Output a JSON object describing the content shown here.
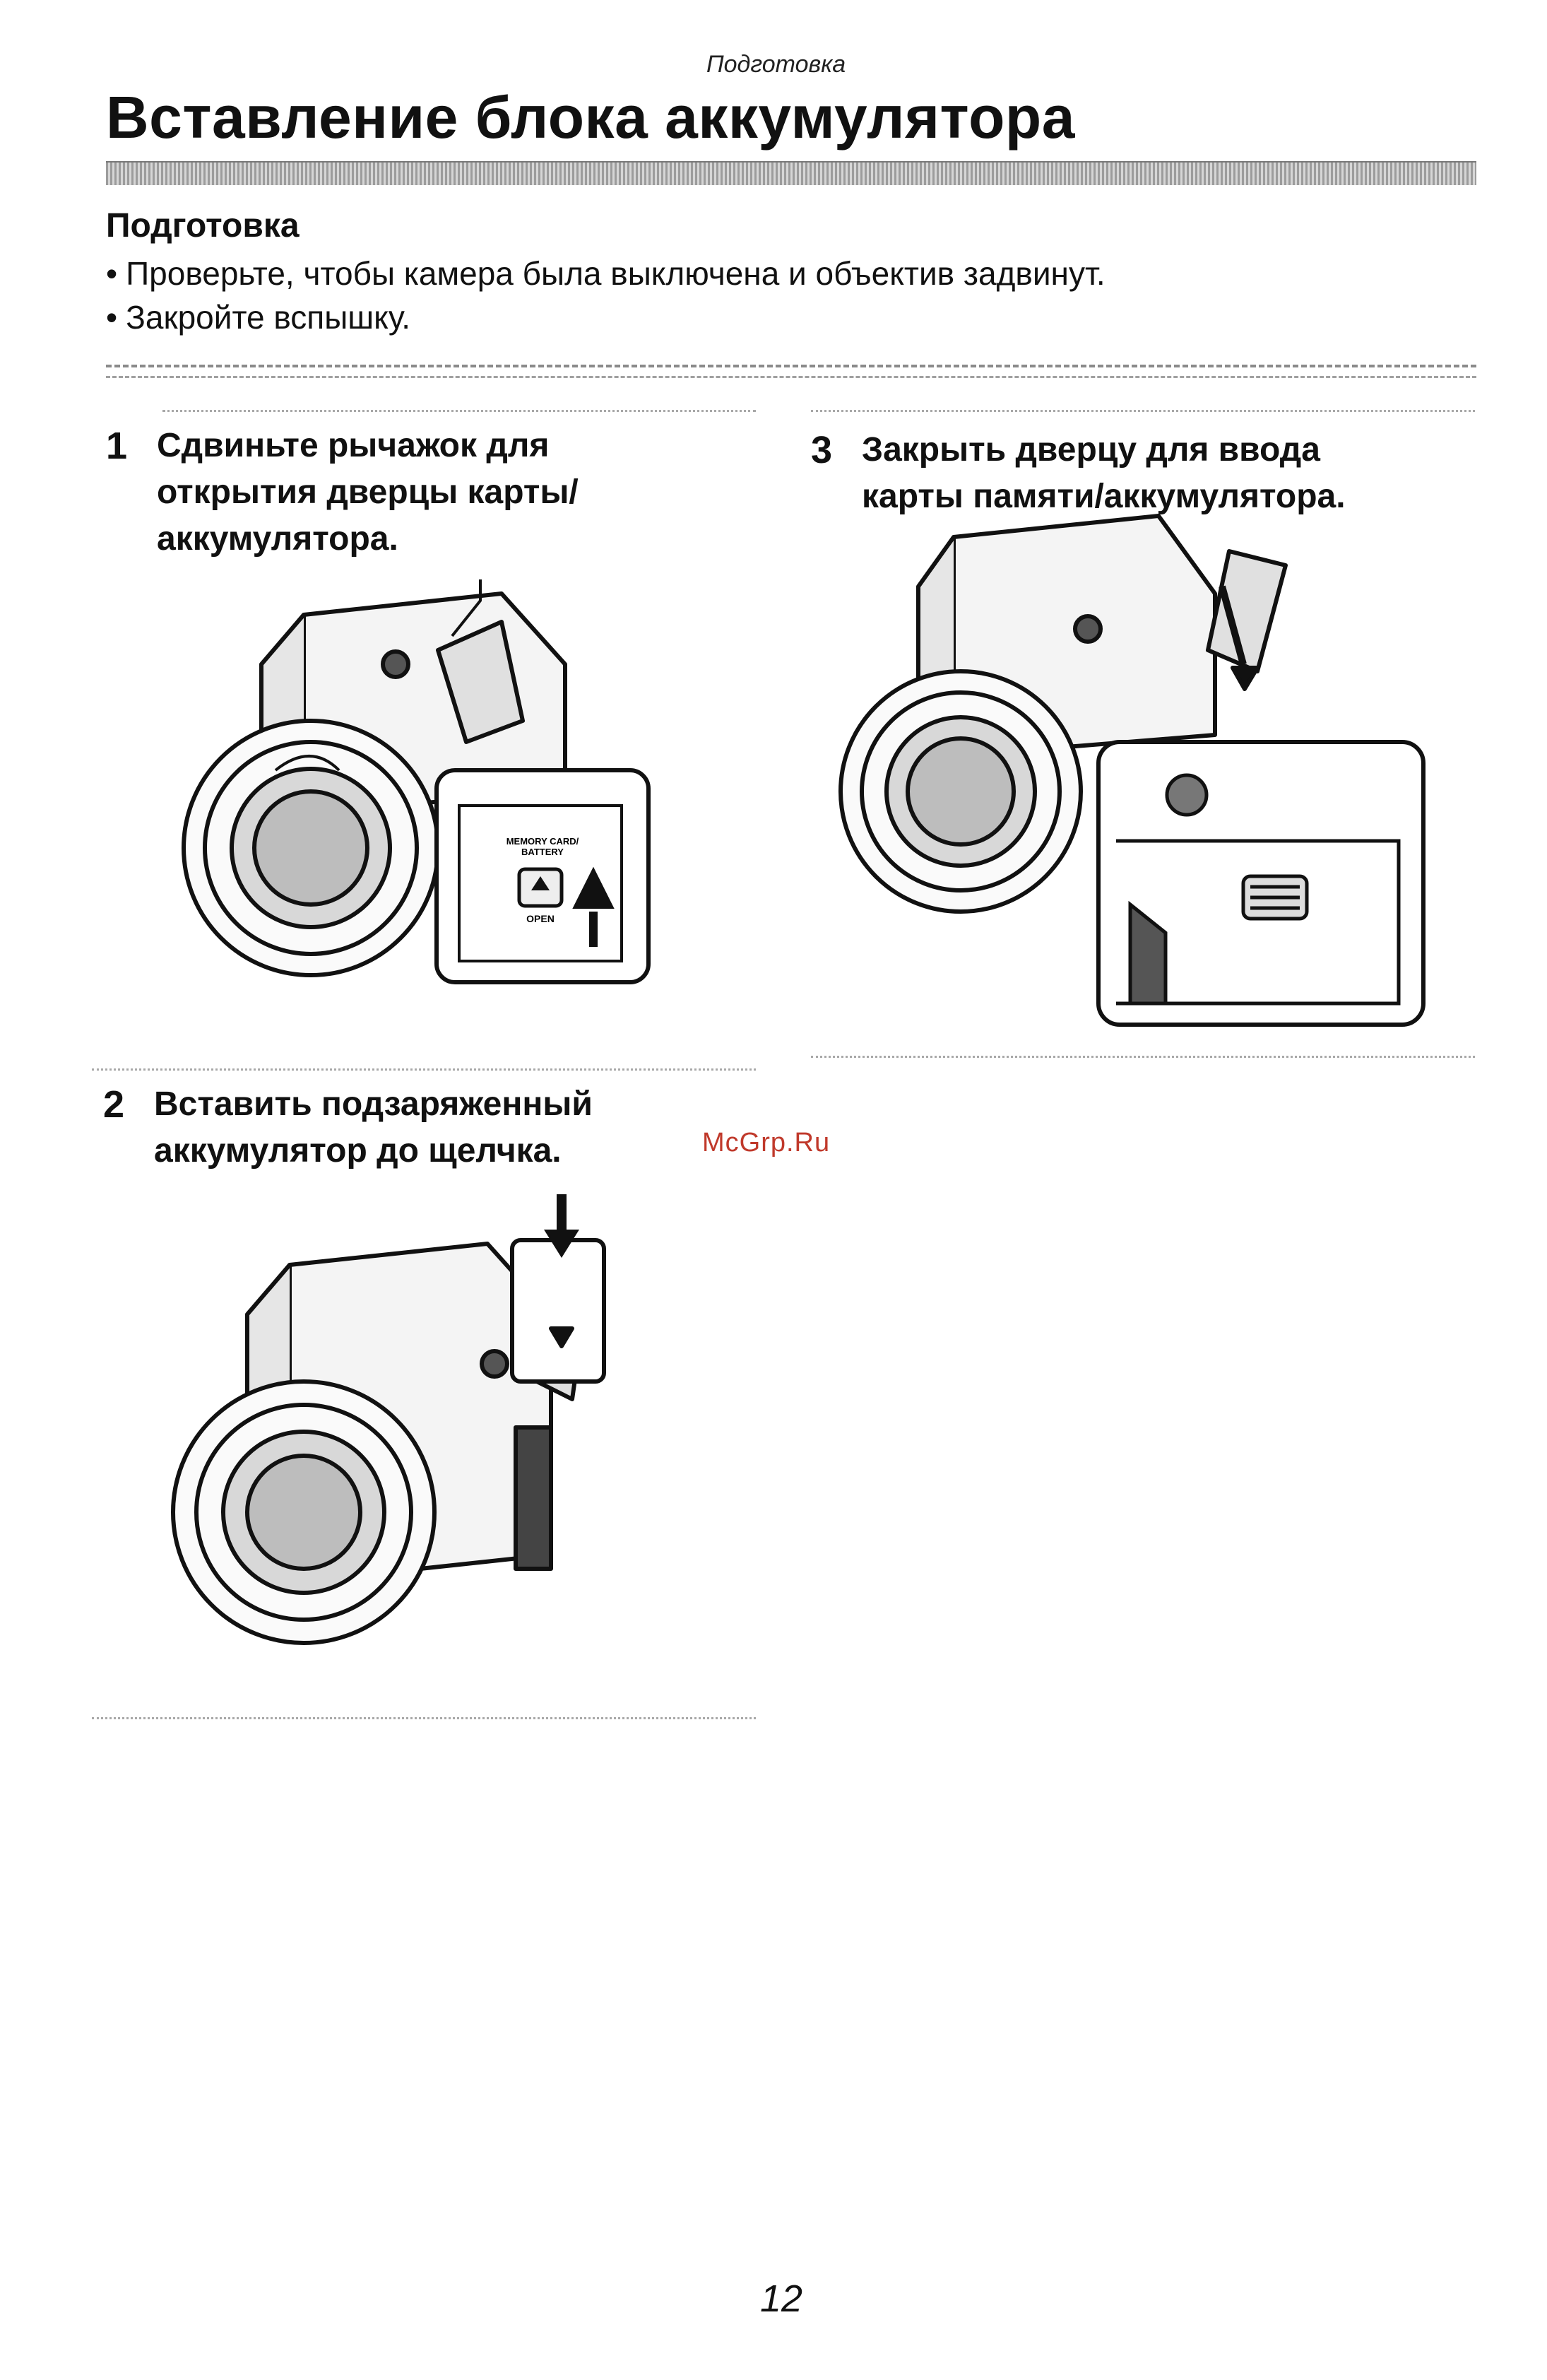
{
  "header": {
    "section": "Подготовка",
    "title": "Вставление блока аккумулятора"
  },
  "preparation": {
    "heading": "Подготовка",
    "bullets": [
      "Проверьте, чтобы камера была выключена и объектив задвинут.",
      "Закройте вспышку."
    ]
  },
  "steps": [
    {
      "number": "1",
      "text": "Сдвиньте рычажок для\nоткрытия дверцы карты/\nаккумулятора."
    },
    {
      "number": "2",
      "text": "Вставить подзаряженный\nаккумулятор до щелчка."
    },
    {
      "number": "3",
      "text": "Закрыть дверцу для ввода\nкарты памяти/аккумулятора."
    }
  ],
  "figure1": {
    "door_label": "MEMORY CARD/\nBATTERY",
    "lever_label": "OPEN"
  },
  "watermark": "McGrp.Ru",
  "page_number": "12"
}
